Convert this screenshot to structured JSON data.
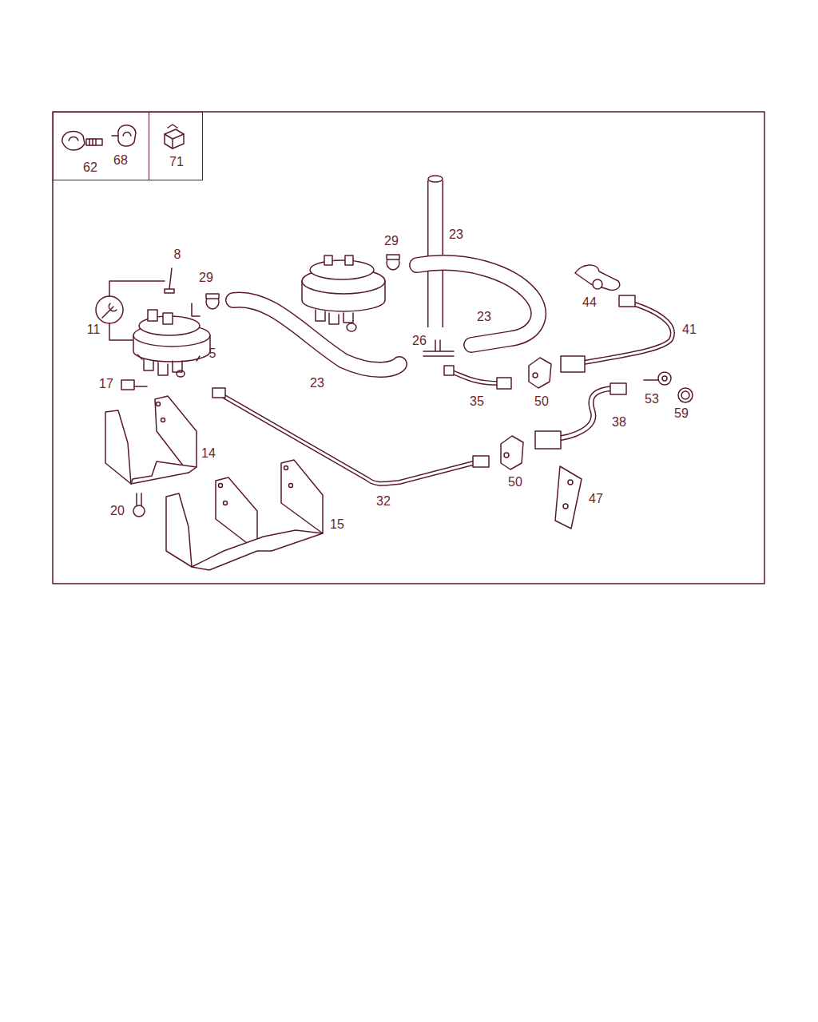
{
  "diagram": {
    "nodes": [
      {
        "text": [
          "62",
          "68"
        ]
      },
      {
        "text": [
          "71"
        ]
      }
    ],
    "labels": [
      "23",
      "29",
      "8",
      "29",
      "44",
      "23",
      "11",
      "41",
      "26",
      "5",
      "23",
      "17",
      "35",
      "50",
      "53",
      "59",
      "38",
      "14",
      "50",
      "47",
      "32",
      "20",
      "15"
    ]
  }
}
